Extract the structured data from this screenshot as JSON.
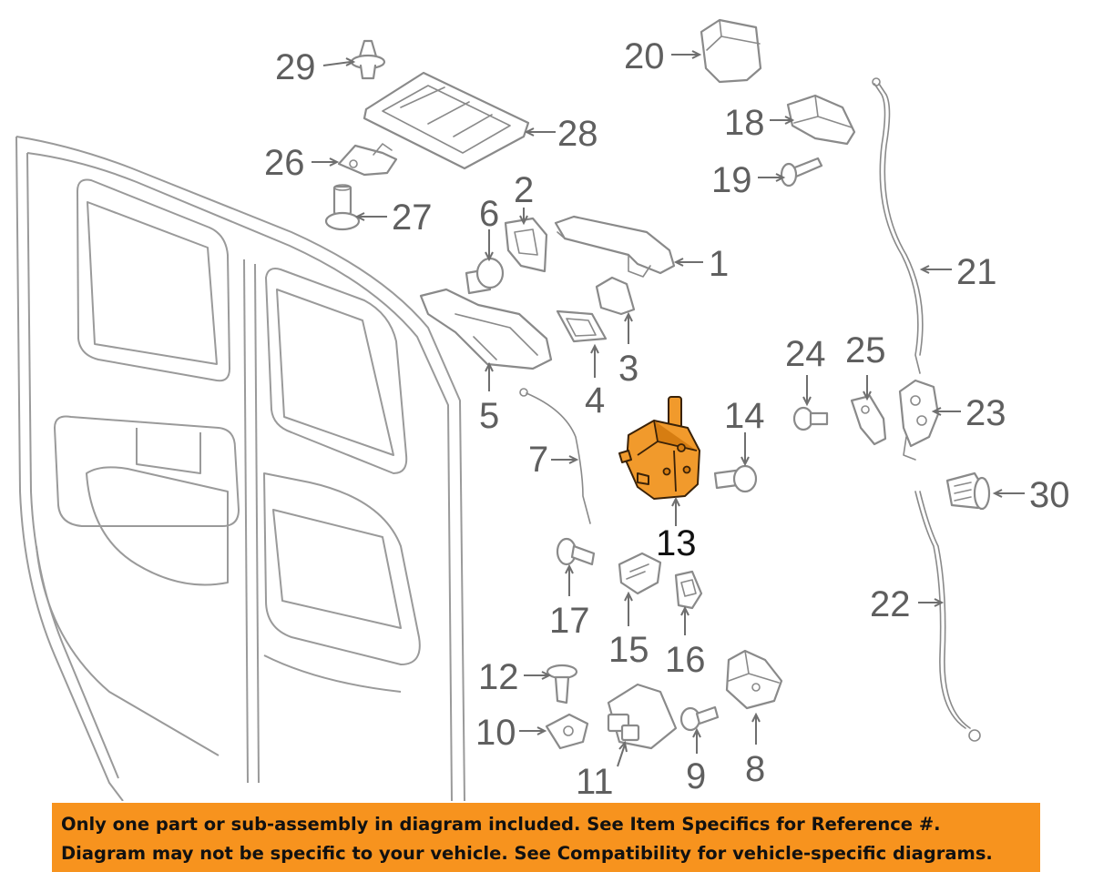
{
  "diagram": {
    "callouts": {
      "c1": "1",
      "c2": "2",
      "c3": "3",
      "c4": "4",
      "c5": "5",
      "c6": "6",
      "c7": "7",
      "c8": "8",
      "c9": "9",
      "c10": "10",
      "c11": "11",
      "c12": "12",
      "c13": "13",
      "c14": "14",
      "c15": "15",
      "c16": "16",
      "c17": "17",
      "c18": "18",
      "c19": "19",
      "c20": "20",
      "c21": "21",
      "c22": "22",
      "c23": "23",
      "c24": "24",
      "c25": "25",
      "c26": "26",
      "c27": "27",
      "c28": "28",
      "c29": "29",
      "c30": "30"
    },
    "highlighted_part": "13",
    "colors": {
      "highlight": "#f19a2c",
      "banner": "#f7931e",
      "line": "#8a8a8a"
    }
  },
  "banner": {
    "line1": "Only one part or sub-assembly in diagram included. See Item Specifics for Reference #.",
    "line2": "Diagram may not be specific to your vehicle. See Compatibility for vehicle-specific diagrams."
  }
}
